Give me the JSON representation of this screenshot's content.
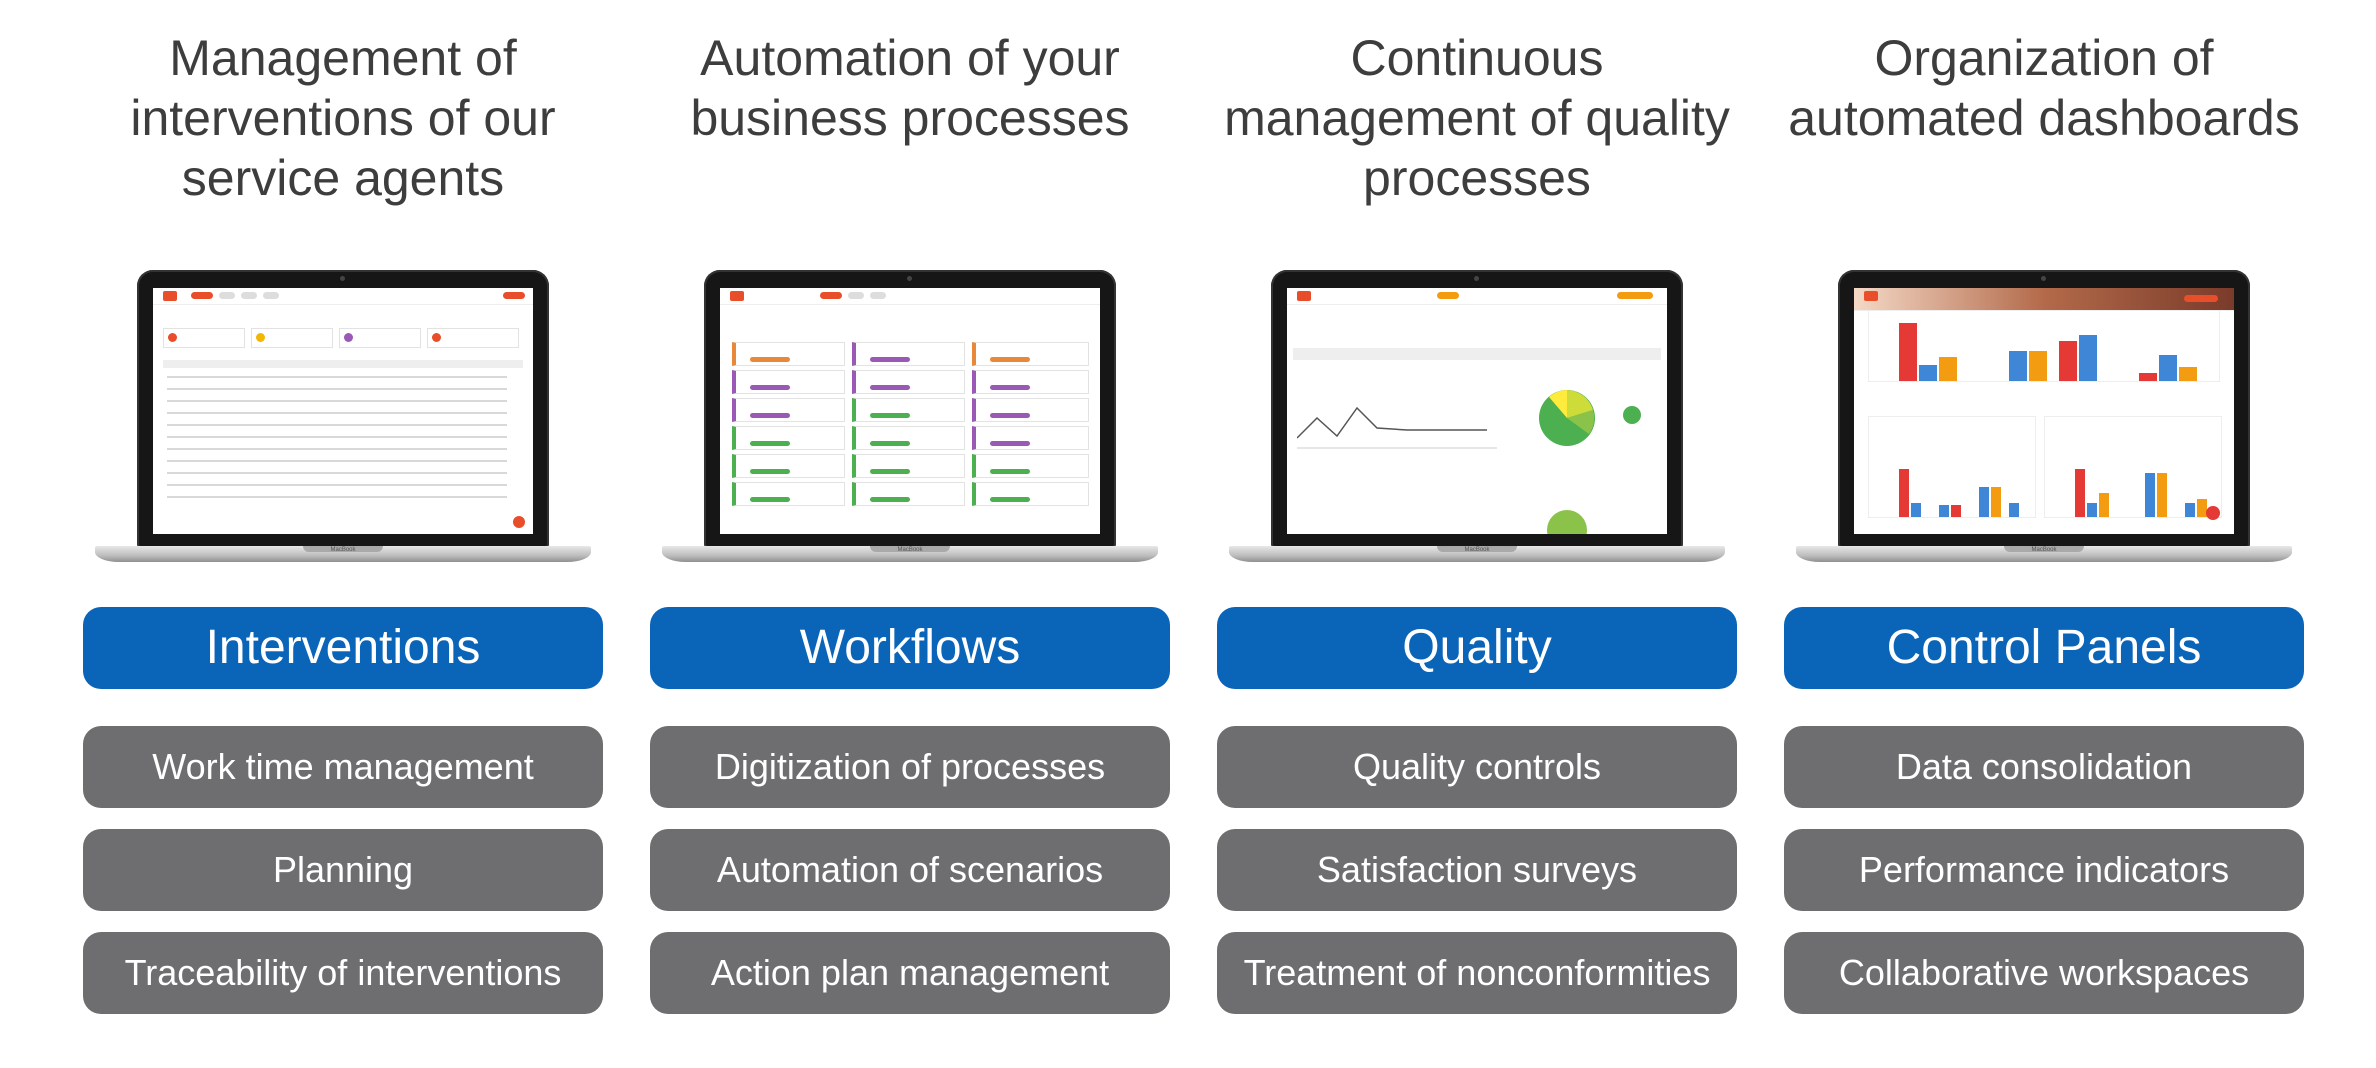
{
  "columns": [
    {
      "title_lines": [
        "Management of",
        "interventions of our",
        "service agents"
      ],
      "button": "Interventions",
      "items": [
        "Work time management",
        "Planning",
        "Traceability of interventions"
      ]
    },
    {
      "title_lines": [
        "Automation of your",
        "business processes"
      ],
      "button": "Workflows",
      "items": [
        "Digitization of processes",
        "Automation of scenarios",
        "Action plan management"
      ]
    },
    {
      "title_lines": [
        "Continuous",
        "management of quality",
        "processes"
      ],
      "button": "Quality",
      "items": [
        "Quality controls",
        "Satisfaction surveys",
        "Treatment of nonconformities"
      ]
    },
    {
      "title_lines": [
        "Organization of",
        "automated dashboards"
      ],
      "button": "Control Panels",
      "items": [
        "Data consolidation",
        "Performance indicators",
        "Collaborative workspaces"
      ]
    }
  ],
  "laptop_brand": "MacBook",
  "colors": {
    "blue_button": "#0a64b8",
    "gray_button": "#6e6e70",
    "title_text": "#3d3d3d"
  },
  "icons": [
    "laptop-icon"
  ]
}
